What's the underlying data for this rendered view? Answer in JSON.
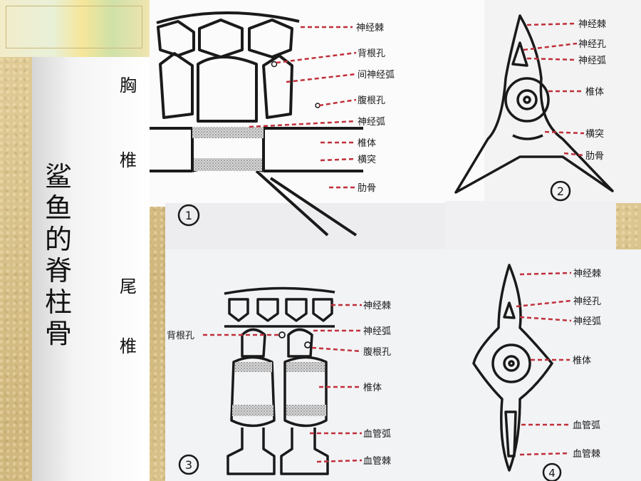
{
  "title_chars": [
    "鲨",
    "鱼",
    "的",
    "脊",
    "柱",
    "骨"
  ],
  "section_thoracic": [
    "胸",
    "椎"
  ],
  "section_caudal": [
    "尾",
    "椎"
  ],
  "fig_numbers": [
    "1",
    "2",
    "3",
    "4"
  ],
  "fig1_labels": [
    "神经棘",
    "背根孔",
    "间神经弧",
    "腹根孔",
    "神经弧",
    "椎体",
    "横突",
    "肋骨"
  ],
  "fig2_labels": [
    "神经棘",
    "神经孔",
    "神经弧",
    "椎体",
    "横突",
    "肋骨"
  ],
  "fig3_labels": [
    "背根孔",
    "神经棘",
    "神经弧",
    "腹根孔",
    "椎体",
    "血管弧",
    "血管棘"
  ],
  "fig4_labels": [
    "神经棘",
    "神经孔",
    "神经弧",
    "椎体",
    "血管弧",
    "血管棘"
  ],
  "colors": {
    "leader": "#c0303a",
    "ink": "#1a1a1a",
    "stipple": "#9a9a9a"
  }
}
